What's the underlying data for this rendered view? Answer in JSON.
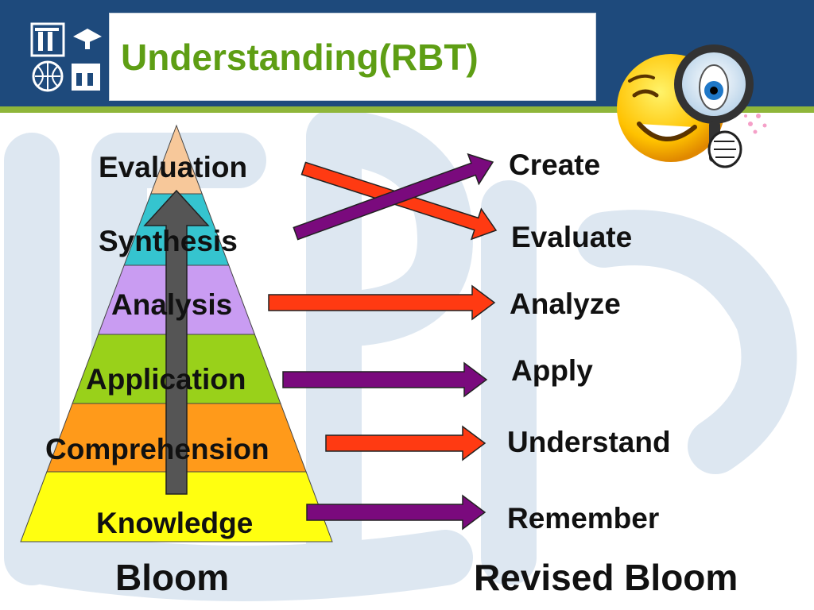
{
  "title": "Understanding(RBT)",
  "bloom_levels": [
    "Evaluation",
    "Synthesis",
    "Analysis",
    "Application",
    "Comprehension",
    "Knowledge"
  ],
  "revised_levels": [
    "Create",
    "Evaluate",
    "Analyze",
    "Apply",
    "Understand",
    "Remember"
  ],
  "footer": {
    "left": "Bloom",
    "right": "Revised Bloom"
  },
  "colors": {
    "header": "#1e4a7c",
    "stripe": "#8fb63a",
    "title": "#5e9e14",
    "tier_evaluation": "#f7c89a",
    "tier_synthesis": "#35c4cf",
    "tier_analysis": "#c99cf2",
    "tier_application": "#99d11a",
    "tier_comprehension": "#ff9a1a",
    "tier_knowledge": "#ffff10",
    "arrow_red": "#ff3a12",
    "arrow_purple": "#7a0a7d",
    "arrow_up": "#555555"
  }
}
